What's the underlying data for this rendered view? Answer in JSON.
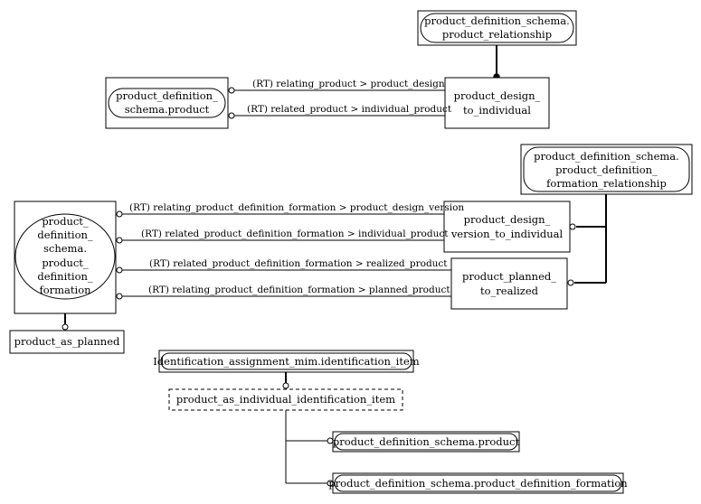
{
  "entities": {
    "pds_product_relationship": [
      "product_definition_schema.",
      "product_relationship"
    ],
    "pds_product": [
      "product_definition_",
      "schema.product"
    ],
    "product_design_to_individual": [
      "product_design_",
      "to_individual"
    ],
    "pds_pdf_relationship": [
      "product_definition_schema.",
      "product_definition_",
      "formation_relationship"
    ],
    "pds_pdf": [
      "product_",
      "definition_",
      "schema.",
      "product_",
      "definition_",
      "formation"
    ],
    "product_design_version_to_individual": [
      "product_design_",
      "version_to_individual"
    ],
    "product_planned_to_realized": [
      "product_planned_",
      "to_realized"
    ],
    "product_as_planned": "product_as_planned",
    "identification_item": "Identification_assignment_mim.identification_item",
    "product_as_individual_identification_item": "product_as_individual_identification_item",
    "select_product": "product_definition_schema.product",
    "select_pdf": "product_definition_schema.product_definition_formation"
  },
  "relations": {
    "relating_product": "(RT) relating_product > product_design",
    "related_product": "(RT) related_product > individual_product",
    "relating_pdf_version": "(RT) relating_product_definition_formation > product_design_version",
    "related_pdf_individual": "(RT) related_product_definition_formation > individual_product",
    "related_pdf_realized": "(RT) related_product_definition_formation > realized_product",
    "relating_pdf_planned": "(RT) relating_product_definition_formation > planned_product"
  }
}
